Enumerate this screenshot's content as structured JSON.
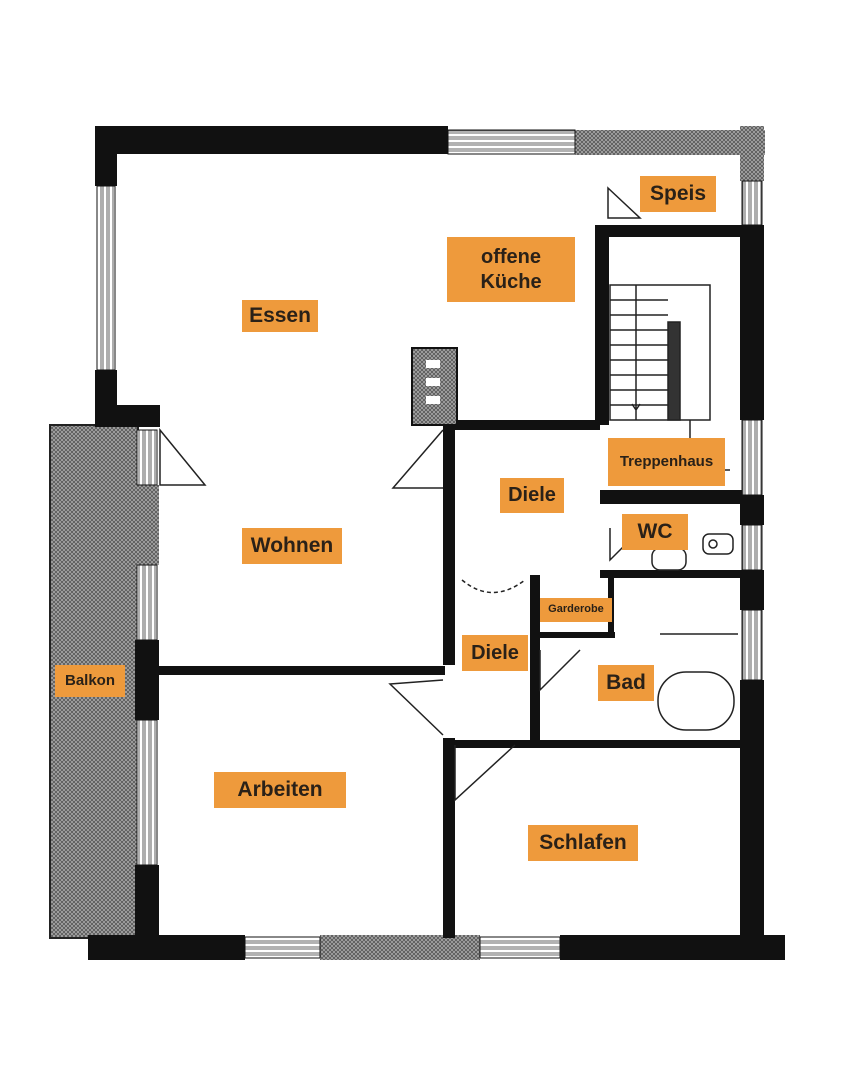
{
  "colors": {
    "label_bg": "#ee9a3c",
    "wall": "#111111",
    "hatch": "#888888"
  },
  "rooms": {
    "speis": "Speis",
    "kueche_line1": "offene",
    "kueche_line2": "Küche",
    "essen": "Essen",
    "treppenhaus": "Treppenhaus",
    "diele_upper": "Diele",
    "wc": "WC",
    "wohnen": "Wohnen",
    "garderobe": "Garderobe",
    "diele_lower": "Diele",
    "bad": "Bad",
    "balkon": "Balkon",
    "arbeiten": "Arbeiten",
    "schlafen": "Schlafen"
  }
}
